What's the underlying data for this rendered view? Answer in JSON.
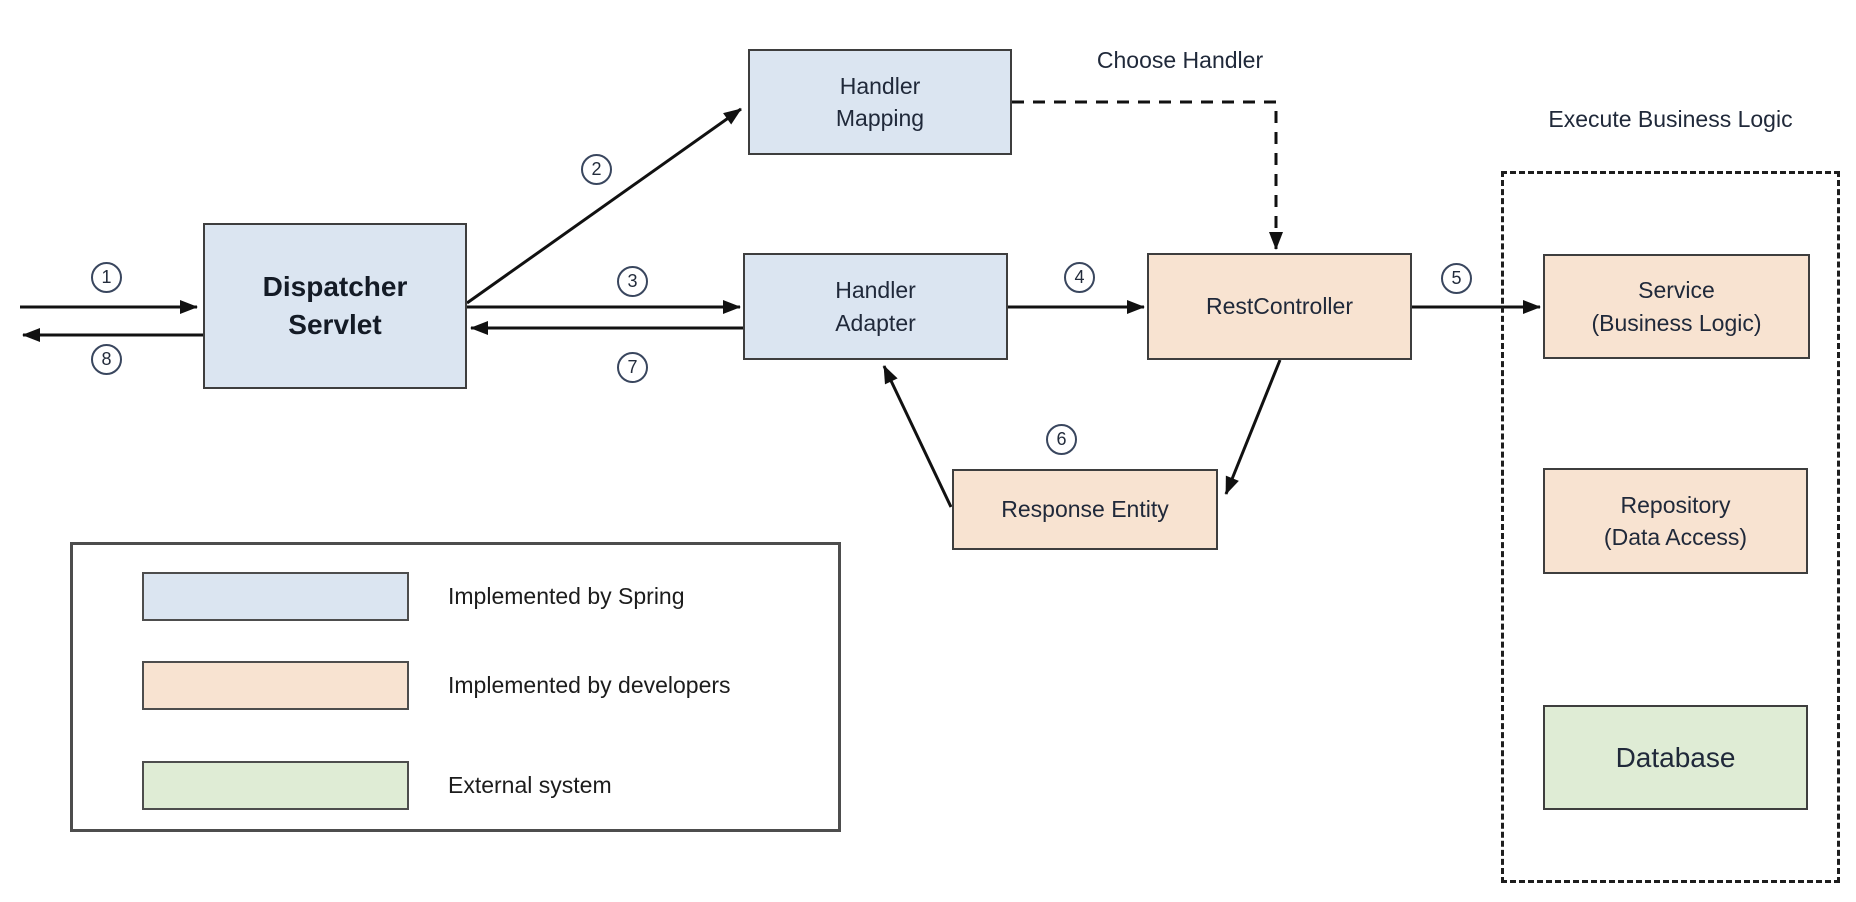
{
  "nodes": {
    "dispatcher_servlet": "Dispatcher\nServlet",
    "handler_mapping": "Handler\nMapping",
    "handler_adapter": "Handler\nAdapter",
    "rest_controller": "RestController",
    "response_entity": "Response Entity",
    "service": "Service\n(Business Logic)",
    "repository": "Repository\n(Data Access)",
    "database": "Database"
  },
  "annotations": {
    "choose_handler": "Choose Handler",
    "execute_business_logic": "Execute Business Logic"
  },
  "steps": [
    "1",
    "2",
    "3",
    "4",
    "5",
    "6",
    "7",
    "8"
  ],
  "legend": {
    "items": [
      {
        "label": "Implemented by Spring",
        "color": "#dbe5f1"
      },
      {
        "label": "Implemented by developers",
        "color": "#f8e3d1"
      },
      {
        "label": "External system",
        "color": "#dfecd5"
      }
    ]
  },
  "colors": {
    "spring_blue": "#dbe5f1",
    "developer_orange": "#f8e3d1",
    "external_green": "#dfecd5",
    "arrow": "#111111"
  }
}
